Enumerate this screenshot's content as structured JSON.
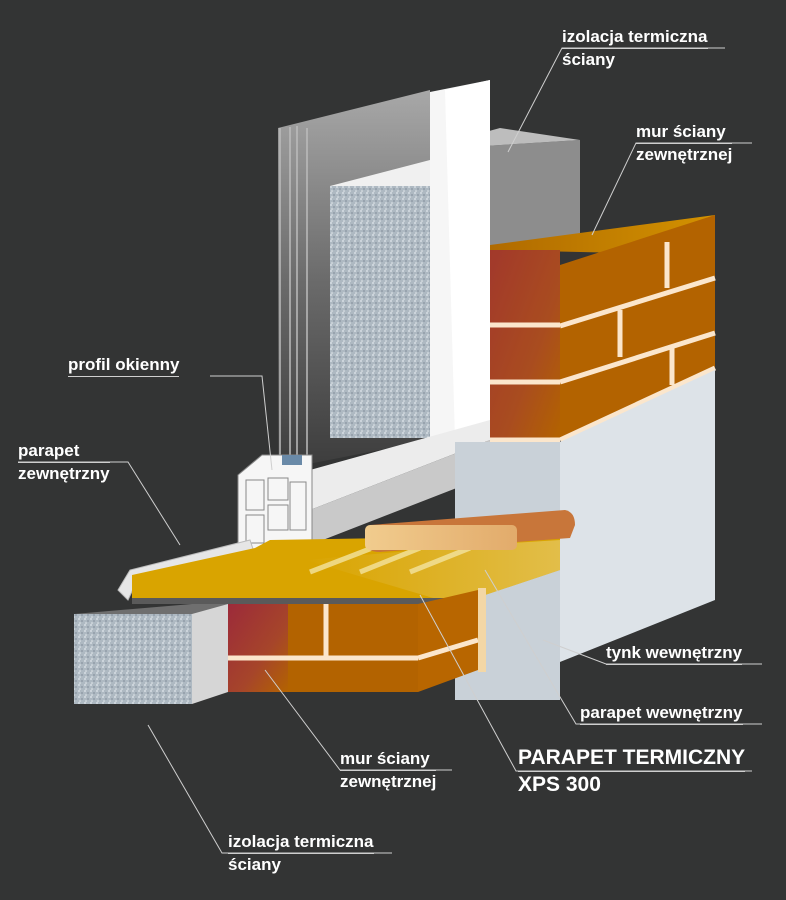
{
  "diagram": {
    "title": "Parapet termiczny XPS 300 – przekrój montażu okna",
    "colors": {
      "background": "#333434",
      "brick": "#b36300",
      "brick_red": "#9c2a3a",
      "mortar": "#fbe6cc",
      "xps_yellow": "#d9a400",
      "insulation": "#b8c4cc",
      "plaster": "#dde3e8",
      "window_sill_inner": "#c8763a",
      "window_frame": "#f4f4f4",
      "leader_line": "#cfcfcf",
      "label_text": "#ffffff"
    },
    "labels": [
      {
        "id": "top-insulation",
        "line1": "izolacja termiczna",
        "line2": "ściany"
      },
      {
        "id": "top-wall",
        "line1": "mur ściany",
        "line2": "zewnętrznej"
      },
      {
        "id": "window-profile",
        "line1": "profil okienny",
        "line2": ""
      },
      {
        "id": "outer-sill",
        "line1": "parapet",
        "line2": "zewnętrzny"
      },
      {
        "id": "inner-plaster",
        "line1": "tynk wewnętrzny",
        "line2": ""
      },
      {
        "id": "inner-sill",
        "line1": "parapet wewnętrzny",
        "line2": ""
      },
      {
        "id": "thermal-sill",
        "line1": "PARAPET TERMICZNY",
        "line2": "XPS 300"
      },
      {
        "id": "bottom-wall",
        "line1": "mur ściany",
        "line2": "zewnętrznej"
      },
      {
        "id": "bottom-insulation",
        "line1": "izolacja termiczna",
        "line2": "ściany"
      }
    ]
  }
}
